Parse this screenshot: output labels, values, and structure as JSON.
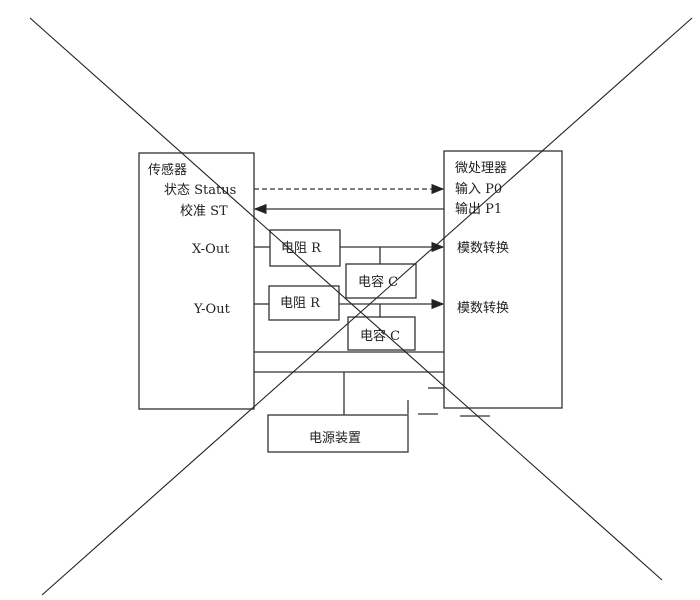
{
  "sensor": {
    "title": "传感器",
    "status": "状态 Status",
    "calibrate": "校准 ST",
    "x_out": "X-Out",
    "y_out": "Y-Out"
  },
  "mcu": {
    "title": "微处理器",
    "input": "输入 P0",
    "output": "输出 P1",
    "adc_1": "模数转换",
    "adc_2": "模数转换"
  },
  "components": {
    "resistor_1": "电阻 R",
    "resistor_2": "电阻 R",
    "capacitor_1": "电容 C",
    "capacitor_2": "电容 C"
  },
  "power": {
    "label": "电源装置"
  },
  "colors": {
    "line": "#333333",
    "background": "#ffffff"
  }
}
